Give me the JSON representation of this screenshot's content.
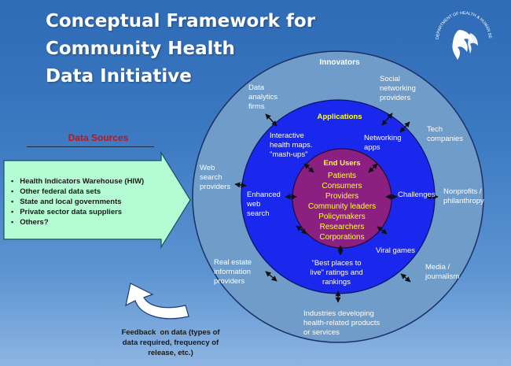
{
  "title": {
    "lines": [
      "Conceptual Framework for",
      "Community Health",
      "Data Initiative"
    ]
  },
  "seal": {
    "text": "DEPARTMENT OF HEALTH & HUMAN SERVICES · USA"
  },
  "outer_ring": {
    "heading": "Innovators",
    "labels": {
      "data_analytics": "Data\nanalytics\nfirms",
      "social": "Social\nnetworking\nproviders",
      "tech": "Tech\ncompanies",
      "web_search": "Web\nsearch\nproviders",
      "nonprofits": "Nonprofits /\nphilanthropy",
      "real_estate": "Real estate\ninformation\nproviders",
      "media": "Media /\njournalism",
      "industries": "Industries developing\nhealth-related products\nor services"
    }
  },
  "middle_ring": {
    "heading": "Applications",
    "labels": {
      "interactive": "Interactive\nhealth maps.\n\"mash-ups\"",
      "networking": "Networking\napps",
      "enhanced": "Enhanced\nweb\nsearch",
      "challenges": "Challenges",
      "viral": "Viral games",
      "best_places": "\"Best places to\nlive\" ratings and\nrankings"
    }
  },
  "inner_circle": {
    "heading": "End Users",
    "items": [
      "Patients",
      "Consumers",
      "Providers",
      "Community leaders",
      "Policymakers",
      "Researchers",
      "Corporations"
    ]
  },
  "data_sources": {
    "title": "Data  Sources",
    "items": [
      "Health Indicators  Warehouse (HIW)",
      "Other federal data sets",
      "State and local governments",
      "Private sector data suppliers",
      "Others?"
    ]
  },
  "feedback": {
    "text": "Feedback  on data (types of\ndata required, frequency of\nrelease, etc.)"
  },
  "colors": {
    "background": "#3a78c0",
    "outer_ring": "#6f9cc8",
    "middle_ring": "#1a28ee",
    "inner_circle": "#8c2080",
    "arrow_box": "#b4fcd4",
    "end_user_text": "#ffff33",
    "data_sources_title": "#cc1010"
  }
}
